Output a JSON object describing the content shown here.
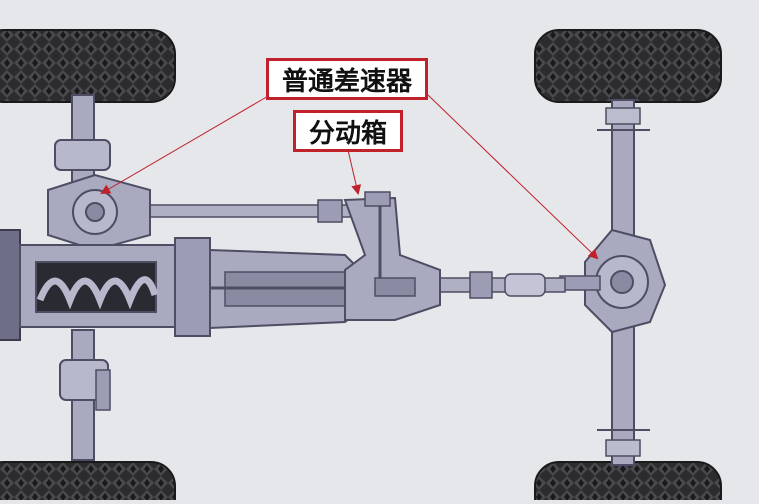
{
  "labels": {
    "differential": "普通差速器",
    "transfer_case": "分动箱"
  },
  "colors": {
    "background": "#e6e7ea",
    "metal": "#a9a9bf",
    "metal_dark": "#4d4d63",
    "tire": "#2c2c2e",
    "label_border": "#c0212b",
    "arrow": "#c0212b"
  },
  "icons": {
    "tire": "tire-icon",
    "arrow": "arrowhead"
  }
}
